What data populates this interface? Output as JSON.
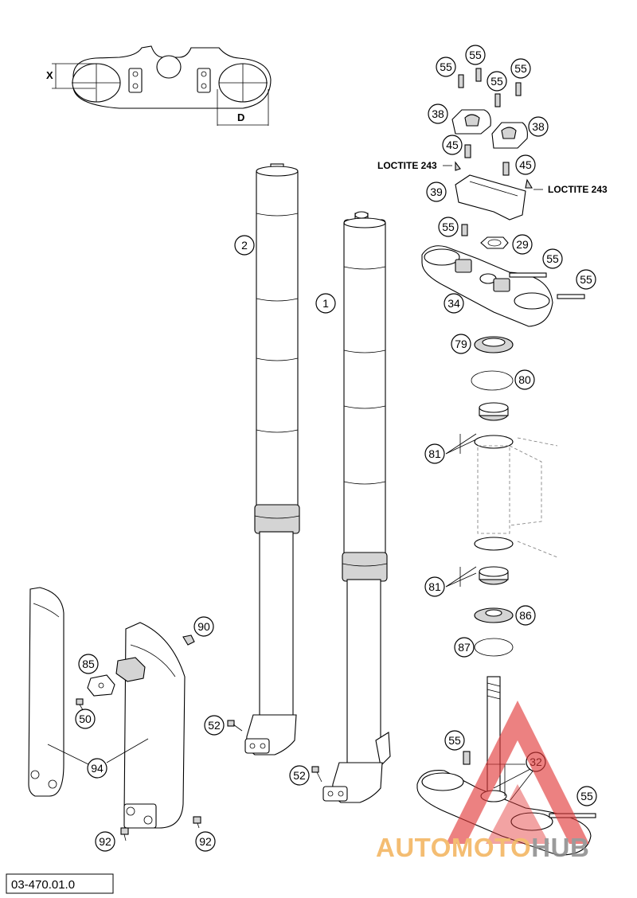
{
  "dimension_labels": {
    "x": "X",
    "d": "D"
  },
  "loctite_left": "LOCTITE 243",
  "loctite_right": "LOCTITE 243",
  "callouts": [
    {
      "id": "c-55a",
      "label": "55"
    },
    {
      "id": "c-55b",
      "label": "55"
    },
    {
      "id": "c-55c",
      "label": "55"
    },
    {
      "id": "c-55d",
      "label": "55"
    },
    {
      "id": "c-38a",
      "label": "38"
    },
    {
      "id": "c-38b",
      "label": "38"
    },
    {
      "id": "c-45a",
      "label": "45"
    },
    {
      "id": "c-45b",
      "label": "45"
    },
    {
      "id": "c-39",
      "label": "39"
    },
    {
      "id": "c-55e",
      "label": "55"
    },
    {
      "id": "c-29",
      "label": "29"
    },
    {
      "id": "c-55f",
      "label": "55"
    },
    {
      "id": "c-55g",
      "label": "55"
    },
    {
      "id": "c-34",
      "label": "34"
    },
    {
      "id": "c-79",
      "label": "79"
    },
    {
      "id": "c-80",
      "label": "80"
    },
    {
      "id": "c-81a",
      "label": "81"
    },
    {
      "id": "c-81b",
      "label": "81"
    },
    {
      "id": "c-86",
      "label": "86"
    },
    {
      "id": "c-87",
      "label": "87"
    },
    {
      "id": "c-55h",
      "label": "55"
    },
    {
      "id": "c-32",
      "label": "32"
    },
    {
      "id": "c-55i",
      "label": "55"
    },
    {
      "id": "c-2",
      "label": "2"
    },
    {
      "id": "c-1",
      "label": "1"
    },
    {
      "id": "c-90",
      "label": "90"
    },
    {
      "id": "c-85",
      "label": "85"
    },
    {
      "id": "c-50",
      "label": "50"
    },
    {
      "id": "c-94",
      "label": "94"
    },
    {
      "id": "c-52a",
      "label": "52"
    },
    {
      "id": "c-52b",
      "label": "52"
    },
    {
      "id": "c-92a",
      "label": "92"
    },
    {
      "id": "c-92b",
      "label": "92"
    }
  ],
  "document_id": "03-470.01.0",
  "watermark": {
    "part1": "AUTOMOTO",
    "part2": "HUB",
    "color1": "#f3b25a",
    "color2": "#8a8a8a",
    "logo_color": "#e23a3a"
  }
}
